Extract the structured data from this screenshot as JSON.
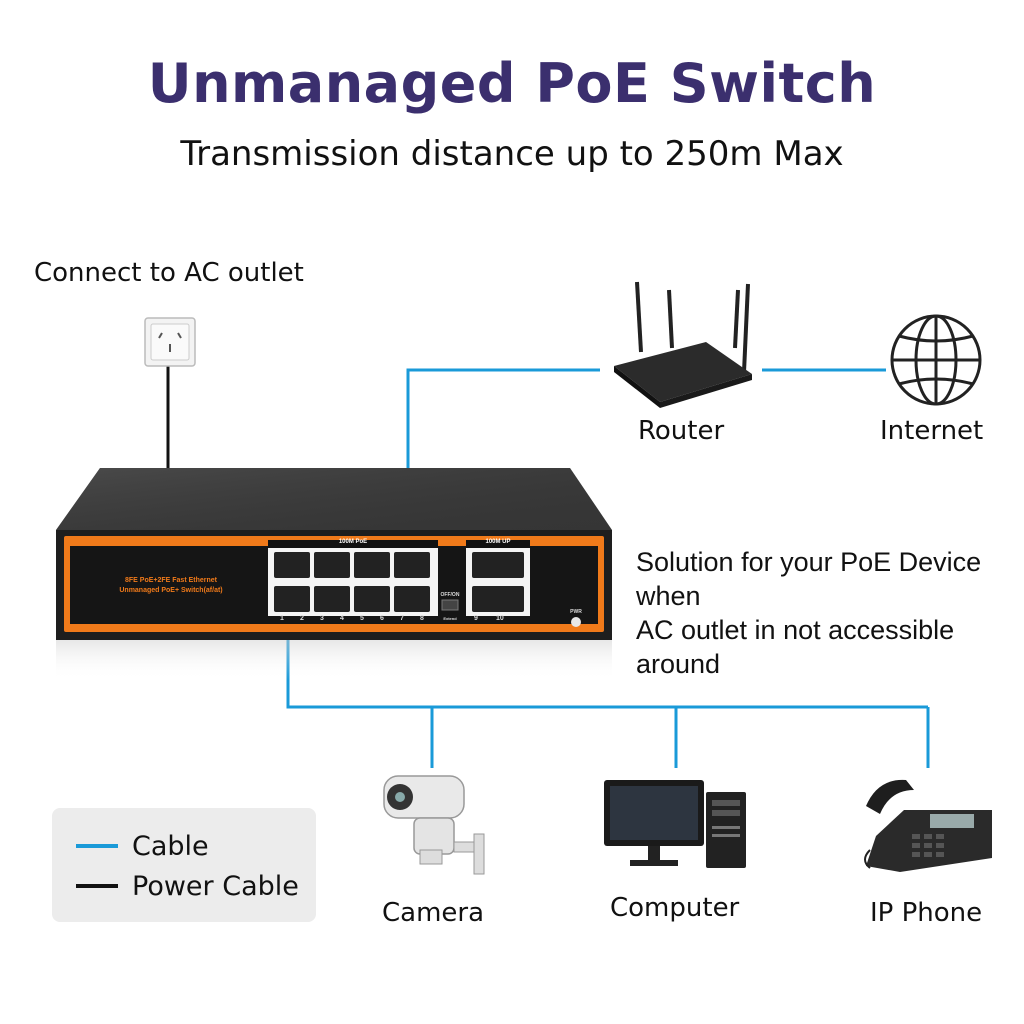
{
  "header": {
    "title": "Unmanaged PoE Switch",
    "subtitle": "Transmission distance up to 250m Max"
  },
  "power": {
    "label": "Connect to AC outlet"
  },
  "devices": {
    "router": "Router",
    "internet": "Internet",
    "camera": "Camera",
    "computer": "Computer",
    "ip_phone": "IP Phone"
  },
  "switch": {
    "model_line1": "8FE PoE+2FE Fast Ethernet",
    "model_line2": "Unmanaged PoE+ Switch(af/at)",
    "poe_group": "100M PoE",
    "uplink_group": "100M UP",
    "dip_label": "OFF/ON",
    "dip_sub": "Extend",
    "pwr_label": "PWR",
    "port_numbers": [
      "1",
      "2",
      "3",
      "4",
      "5",
      "6",
      "7",
      "8",
      "9",
      "10"
    ]
  },
  "note": {
    "line1": "Solution for your PoE Device when",
    "line2": "AC outlet in not accessible around"
  },
  "legend": {
    "cable_label": "Cable",
    "power_cable_label": "Power Cable",
    "cable_color": "#1a9ad8",
    "power_cable_color": "#111111"
  },
  "colors": {
    "title": "#3b2f6e",
    "accent_orange": "#f07a1a",
    "switch_body": "#2a2a2a"
  }
}
